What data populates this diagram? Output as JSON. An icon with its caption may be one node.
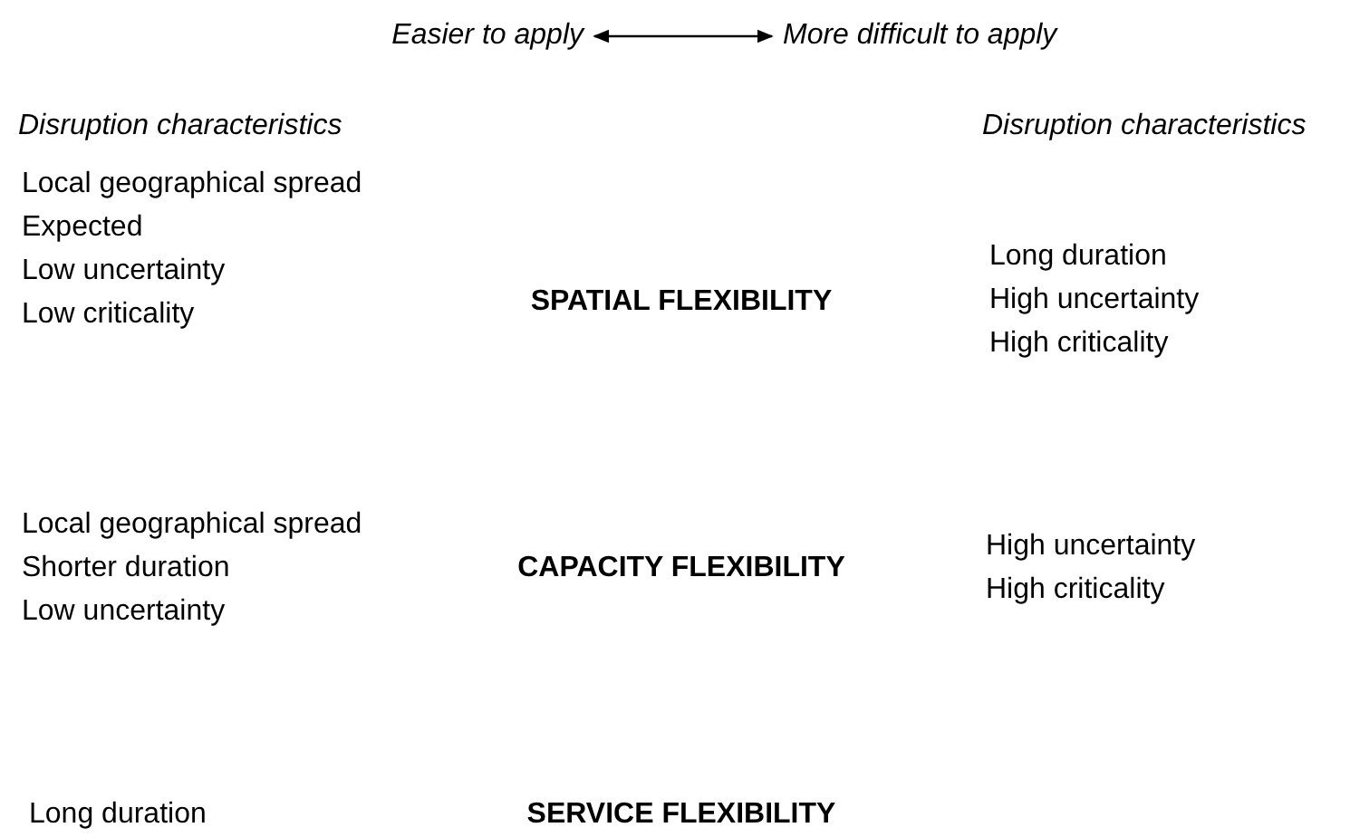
{
  "diagram": {
    "nodes": [
      {
        "text": [
          "Easier to apply"
        ]
      },
      {
        "text": [
          "More difficult to apply"
        ]
      }
    ],
    "edges": [
      {
        "from": 0,
        "to": 1,
        "arrow": "both"
      }
    ],
    "labels": [
      "Disruption characteristics",
      "Disruption characteristics",
      "Local geographical spread",
      "Expected",
      "Low uncertainty",
      "Low criticality",
      "SPATIAL FLEXIBILITY",
      "Long duration",
      "High uncertainty",
      "High criticality",
      "Local geographical spread",
      "Shorter duration",
      "Low uncertainty",
      "CAPACITY FLEXIBILITY",
      "High uncertainty",
      "High criticality",
      "Long duration",
      "SERVICE FLEXIBILITY"
    ]
  }
}
